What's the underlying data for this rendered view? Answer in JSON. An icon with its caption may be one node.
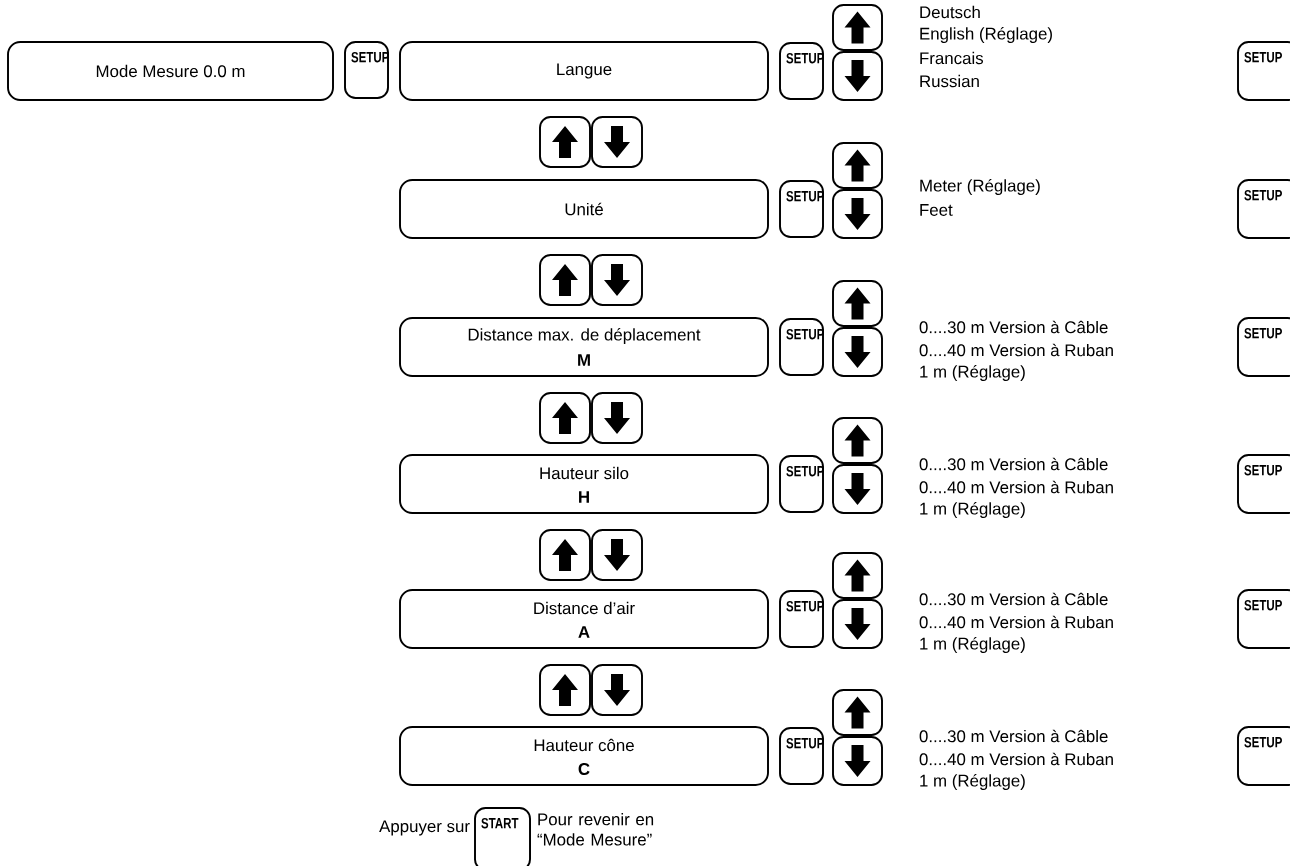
{
  "diagram": {
    "nodes": [
      {
        "text": [
          "Mode Mesure 0.0 m"
        ]
      },
      {
        "text": [
          "SETUP"
        ]
      },
      {
        "text": [
          "Langue"
        ]
      },
      {
        "text": [
          "SETUP"
        ]
      },
      {
        "text": [],
        "shape": "box"
      },
      {
        "text": [],
        "shape": "box"
      },
      {
        "text": [
          "SETUP"
        ]
      },
      {
        "text": [],
        "shape": "box"
      },
      {
        "text": [],
        "shape": "box"
      },
      {
        "text": [
          "Unité"
        ]
      },
      {
        "text": [
          "SETUP"
        ]
      },
      {
        "text": [],
        "shape": "box"
      },
      {
        "text": [],
        "shape": "box"
      },
      {
        "text": [
          "SETUP"
        ]
      },
      {
        "text": [],
        "shape": "box"
      },
      {
        "text": [],
        "shape": "box"
      },
      {
        "text": [
          "Distance max. de déplacement",
          "M"
        ]
      },
      {
        "text": [
          "SETUP"
        ]
      },
      {
        "text": [],
        "shape": "box"
      },
      {
        "text": [],
        "shape": "box"
      },
      {
        "text": [
          "SETUP"
        ]
      },
      {
        "text": [],
        "shape": "box"
      },
      {
        "text": [],
        "shape": "box"
      },
      {
        "text": [
          "Hauteur silo",
          "H"
        ]
      },
      {
        "text": [
          "SETUP"
        ]
      },
      {
        "text": [],
        "shape": "box"
      },
      {
        "text": [],
        "shape": "box"
      },
      {
        "text": [
          "SETUP"
        ]
      },
      {
        "text": [],
        "shape": "box"
      },
      {
        "text": [],
        "shape": "box"
      },
      {
        "text": [
          "Distance d’air",
          "A"
        ]
      },
      {
        "text": [
          "SETUP"
        ]
      },
      {
        "text": [],
        "shape": "box"
      },
      {
        "text": [],
        "shape": "box"
      },
      {
        "text": [
          "SETUP"
        ]
      },
      {
        "text": [],
        "shape": "box"
      },
      {
        "text": [],
        "shape": "box"
      },
      {
        "text": [
          "Hauteur cône",
          "C"
        ]
      },
      {
        "text": [
          "SETUP"
        ]
      },
      {
        "text": [],
        "shape": "box"
      },
      {
        "text": [],
        "shape": "box"
      },
      {
        "text": [
          "SETUP"
        ]
      },
      {
        "text": [
          "START"
        ]
      }
    ],
    "labels": [
      "Deutsch",
      "English (Réglage)",
      "Francais",
      "Russian",
      "Meter (Réglage)",
      "Feet",
      "0....30 m Version à Câble",
      "0....40 m Version à Ruban",
      "1 m (Réglage)",
      "0....30 m Version à Câble",
      "0....40 m Version à Ruban",
      "1 m (Réglage)",
      "0....30 m Version à Câble",
      "0....40 m Version à Ruban",
      "1 m (Réglage)",
      "0....30 m Version à Câble",
      "0....40 m Version à Ruban",
      "1 m (Réglage)",
      "Appuyer sur",
      "Pour revenir en “Mode Mesure”"
    ]
  }
}
